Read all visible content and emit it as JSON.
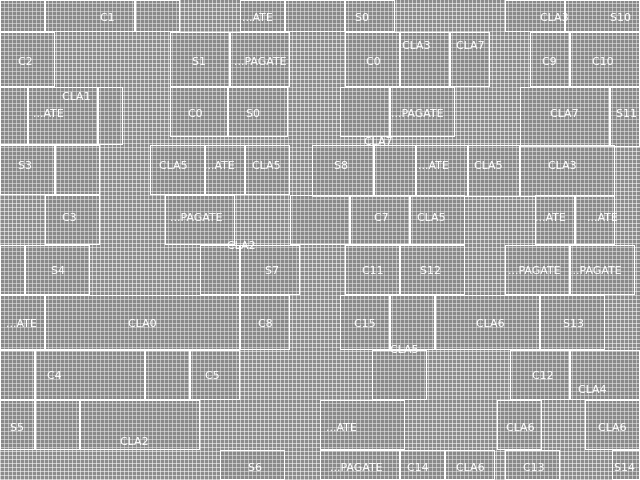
{
  "labels": [
    {
      "id": "C1",
      "text": "C1"
    },
    {
      "id": "ATE_a",
      "text": "...ATE"
    },
    {
      "id": "S0",
      "text": "S0"
    },
    {
      "id": "CLA3_a",
      "text": "CLA3"
    },
    {
      "id": "S10",
      "text": "S10"
    },
    {
      "id": "C2",
      "text": "C2"
    },
    {
      "id": "S1",
      "text": "S1"
    },
    {
      "id": "PAGATE_a",
      "text": "...PAGATE"
    },
    {
      "id": "C0_a",
      "text": "C0"
    },
    {
      "id": "CLA3_b",
      "text": "CLA3"
    },
    {
      "id": "CLA7_a",
      "text": "CLA7"
    },
    {
      "id": "C9",
      "text": "C9"
    },
    {
      "id": "C10",
      "text": "C10"
    },
    {
      "id": "CLA1",
      "text": "CLA1"
    },
    {
      "id": "ATE_b",
      "text": "...ATE"
    },
    {
      "id": "C0_b",
      "text": "C0"
    },
    {
      "id": "S0_b",
      "text": "S0"
    },
    {
      "id": "PAGATE_b",
      "text": "...PAGATE"
    },
    {
      "id": "CLA7_b",
      "text": "CLA7"
    },
    {
      "id": "S11",
      "text": "S11"
    },
    {
      "id": "S3",
      "text": "S3"
    },
    {
      "id": "CLA5_a",
      "text": "CLA5"
    },
    {
      "id": "ATE_c",
      "text": "...ATE"
    },
    {
      "id": "CLA5_b",
      "text": "CLA5"
    },
    {
      "id": "CLA7_c",
      "text": "CLA7"
    },
    {
      "id": "S8",
      "text": "S8"
    },
    {
      "id": "ATE_d",
      "text": "...ATE"
    },
    {
      "id": "CLA5_c",
      "text": "CLA5"
    },
    {
      "id": "CLA3_c",
      "text": "CLA3"
    },
    {
      "id": "C3",
      "text": "C3"
    },
    {
      "id": "PAGATE_c",
      "text": "...PAGATE"
    },
    {
      "id": "C7",
      "text": "C7"
    },
    {
      "id": "CLA5_d",
      "text": "CLA5"
    },
    {
      "id": "ATE_e",
      "text": "...ATE"
    },
    {
      "id": "ATE_f",
      "text": "...ATE"
    },
    {
      "id": "CLA2_a",
      "text": "CLA2"
    },
    {
      "id": "S4",
      "text": "S4"
    },
    {
      "id": "S7",
      "text": "S7"
    },
    {
      "id": "C11",
      "text": "C11"
    },
    {
      "id": "S12",
      "text": "S12"
    },
    {
      "id": "PAGATE_d",
      "text": "...PAGATE"
    },
    {
      "id": "PAGATE_e",
      "text": "...PAGATE"
    },
    {
      "id": "ATE_g",
      "text": "...ATE"
    },
    {
      "id": "CLA0",
      "text": "CLA0"
    },
    {
      "id": "C8",
      "text": "C8"
    },
    {
      "id": "C15",
      "text": "C15"
    },
    {
      "id": "CLA6_a",
      "text": "CLA6"
    },
    {
      "id": "S13",
      "text": "S13"
    },
    {
      "id": "CLA5_e",
      "text": "CLA5"
    },
    {
      "id": "C4",
      "text": "C4"
    },
    {
      "id": "C5",
      "text": "C5"
    },
    {
      "id": "C12",
      "text": "C12"
    },
    {
      "id": "CLA4",
      "text": "CLA4"
    },
    {
      "id": "S5",
      "text": "S5"
    },
    {
      "id": "CLA2_b",
      "text": "CLA2"
    },
    {
      "id": "ATE_h",
      "text": "...ATE"
    },
    {
      "id": "CLA6_b",
      "text": "CLA6"
    },
    {
      "id": "CLA6_c",
      "text": "CLA6"
    },
    {
      "id": "S6",
      "text": "S6"
    },
    {
      "id": "PAGATE_f",
      "text": "...PAGATE"
    },
    {
      "id": "C14",
      "text": "C14"
    },
    {
      "id": "CLA6_d",
      "text": "CLA6"
    },
    {
      "id": "C13",
      "text": "C13"
    },
    {
      "id": "S14",
      "text": "S14"
    }
  ]
}
